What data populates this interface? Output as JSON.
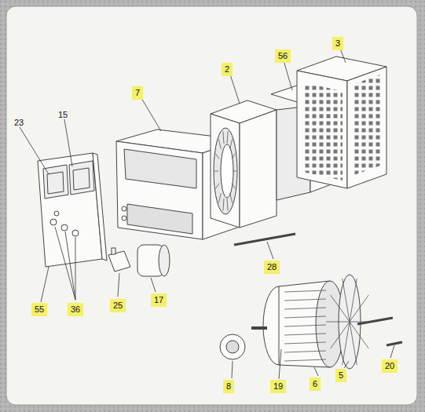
{
  "diagram": {
    "labels": [
      "23",
      "15",
      "7",
      "2",
      "56",
      "3",
      "28",
      "55",
      "36",
      "25",
      "17",
      "8",
      "19",
      "6",
      "5",
      "20"
    ]
  }
}
